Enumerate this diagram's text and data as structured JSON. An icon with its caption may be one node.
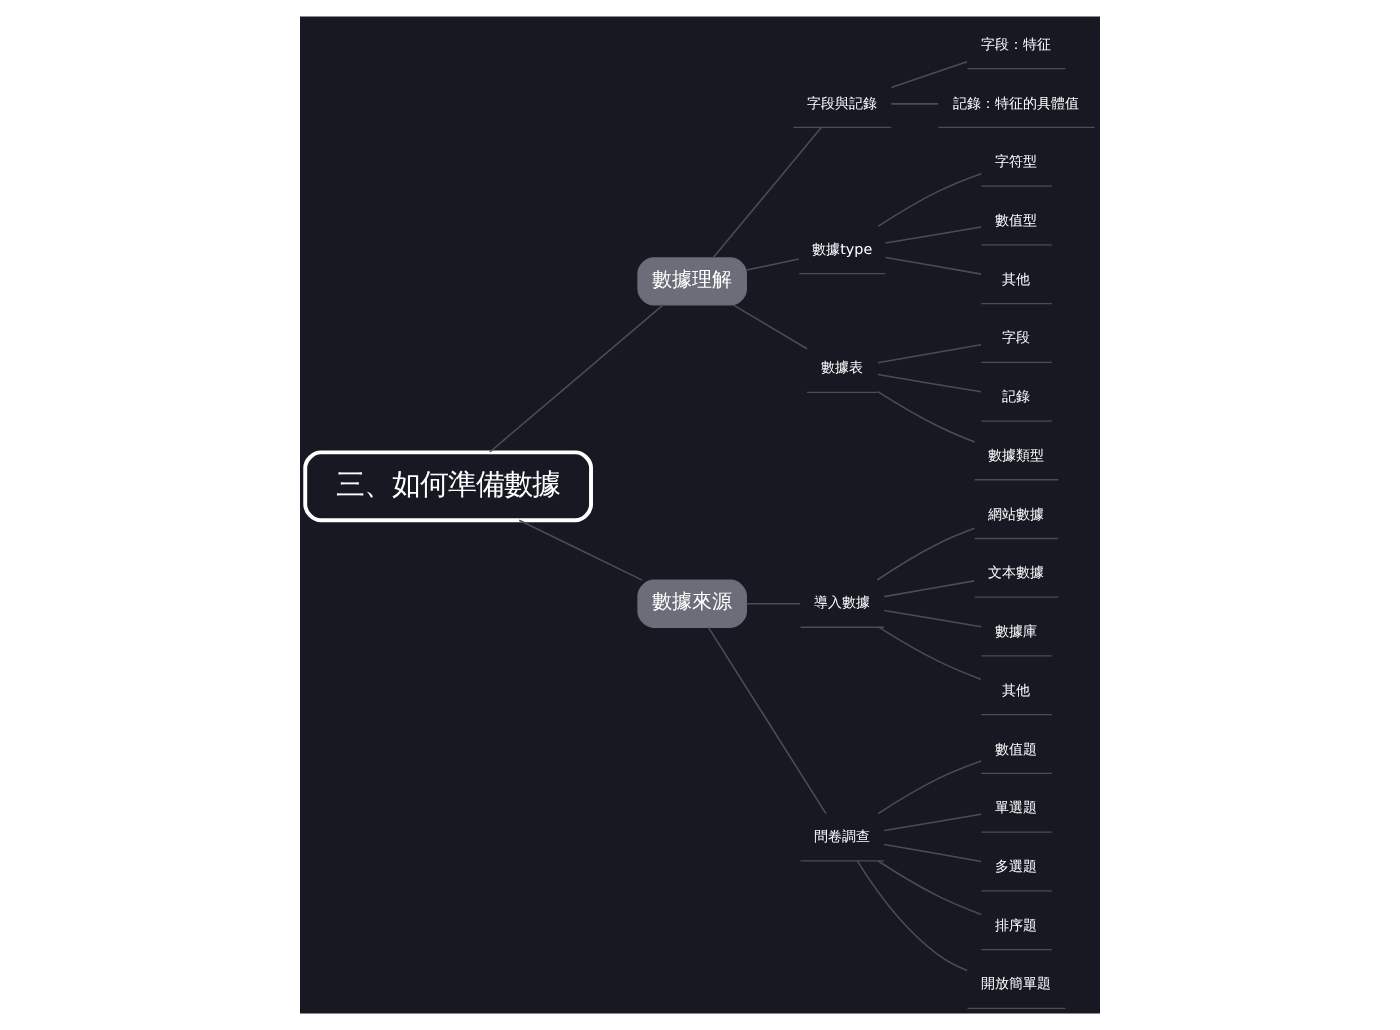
{
  "diagram": {
    "nodes": [
      {
        "text": [
          "三、如何準備數據"
        ]
      },
      {
        "text": [
          "數據理解"
        ]
      },
      {
        "text": [
          "字段與記錄"
        ]
      },
      {
        "text": [
          "字段：特征"
        ]
      },
      {
        "text": [
          "記錄：特征的具體值"
        ]
      },
      {
        "text": [
          "數據type"
        ]
      },
      {
        "text": [
          "字符型"
        ]
      },
      {
        "text": [
          "數值型"
        ]
      },
      {
        "text": [
          "其他"
        ]
      },
      {
        "text": [
          "數據表"
        ]
      },
      {
        "text": [
          "字段"
        ]
      },
      {
        "text": [
          "記錄"
        ]
      },
      {
        "text": [
          "數據類型"
        ]
      },
      {
        "text": [
          "數據來源"
        ]
      },
      {
        "text": [
          "導入數據"
        ]
      },
      {
        "text": [
          "網站數據"
        ]
      },
      {
        "text": [
          "文本數據"
        ]
      },
      {
        "text": [
          "數據庫"
        ]
      },
      {
        "text": [
          "其他"
        ]
      },
      {
        "text": [
          "問卷調查"
        ]
      },
      {
        "text": [
          "數值題"
        ]
      },
      {
        "text": [
          "單選題"
        ]
      },
      {
        "text": [
          "多選題"
        ]
      },
      {
        "text": [
          "排序題"
        ]
      },
      {
        "text": [
          "開放簡單題"
        ]
      }
    ],
    "edges": [
      {
        "from": 0,
        "to": 1,
        "arrow": "none"
      },
      {
        "from": 1,
        "to": 2,
        "arrow": "none"
      },
      {
        "from": 2,
        "to": 3,
        "arrow": "none"
      },
      {
        "from": 2,
        "to": 4,
        "arrow": "none"
      },
      {
        "from": 1,
        "to": 5,
        "arrow": "none"
      },
      {
        "from": 5,
        "to": 6,
        "arrow": "none"
      },
      {
        "from": 5,
        "to": 7,
        "arrow": "none"
      },
      {
        "from": 5,
        "to": 8,
        "arrow": "none"
      },
      {
        "from": 1,
        "to": 9,
        "arrow": "none"
      },
      {
        "from": 9,
        "to": 10,
        "arrow": "none"
      },
      {
        "from": 9,
        "to": 11,
        "arrow": "none"
      },
      {
        "from": 9,
        "to": 12,
        "arrow": "none"
      },
      {
        "from": 0,
        "to": 13,
        "arrow": "none"
      },
      {
        "from": 13,
        "to": 14,
        "arrow": "none"
      },
      {
        "from": 14,
        "to": 15,
        "arrow": "none"
      },
      {
        "from": 14,
        "to": 16,
        "arrow": "none"
      },
      {
        "from": 14,
        "to": 17,
        "arrow": "none"
      },
      {
        "from": 14,
        "to": 18,
        "arrow": "none"
      },
      {
        "from": 13,
        "to": 19,
        "arrow": "none"
      },
      {
        "from": 19,
        "to": 20,
        "arrow": "none"
      },
      {
        "from": 19,
        "to": 21,
        "arrow": "none"
      },
      {
        "from": 19,
        "to": 22,
        "arrow": "none"
      },
      {
        "from": 19,
        "to": 23,
        "arrow": "none"
      },
      {
        "from": 19,
        "to": 24,
        "arrow": "none"
      }
    ]
  }
}
